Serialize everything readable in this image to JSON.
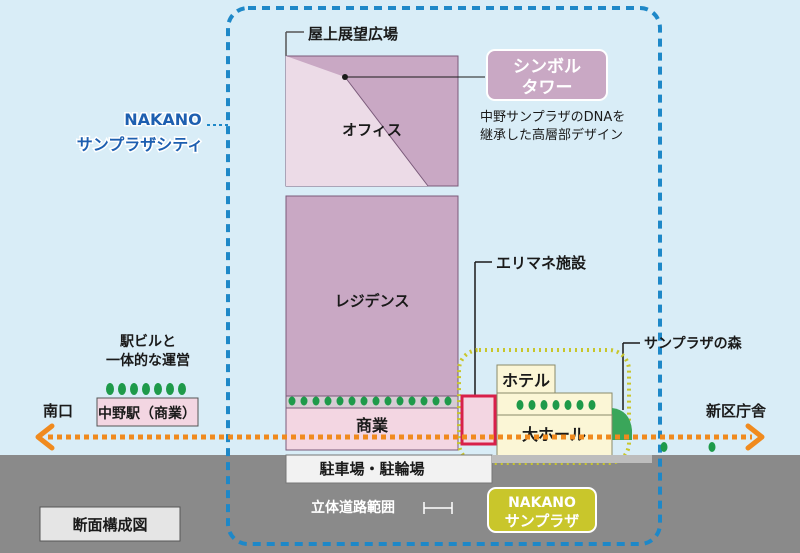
{
  "labels": {
    "rooftop": "屋上展望広場",
    "office": "オフィス",
    "symbol_line1": "シンボル",
    "symbol_line2": "タワー",
    "dna_line1": "中野サンプラザのDNAを",
    "dna_line2": "継承した高層部デザイン",
    "nakano_city_line1": "NAKANO",
    "nakano_city_line2": "サンプラザシティ",
    "residence": "レジデンス",
    "area_mgmt": "エリマネ施設",
    "station_note_line1": "駅ビルと",
    "station_note_line2": "一体的な運営",
    "forest": "サンプラザの森",
    "south_exit": "南口",
    "station": "中野駅（商業）",
    "commercial": "商業",
    "hotel": "ホテル",
    "hall": "大ホール",
    "ward_office": "新区庁舎",
    "parking": "駐車場・駐輪場",
    "road": "立体道路範囲",
    "sunplaza_line1": "NAKANO",
    "sunplaza_line2": "サンプラザ",
    "caption": "断面構成図"
  },
  "colors": {
    "sky": "#d9edf7",
    "ground": "#8a8a8a",
    "tower_dark": "#c9a8c4",
    "tower_light": "#ecdbe7",
    "commercial": "#f3d6e2",
    "hotel": "#fbf6d6",
    "boundary": "#1e88c8",
    "arrow": "#f08a1e",
    "green": "#1e9a4a",
    "yellow_dot": "#c9c62b",
    "red": "#d8204a"
  }
}
